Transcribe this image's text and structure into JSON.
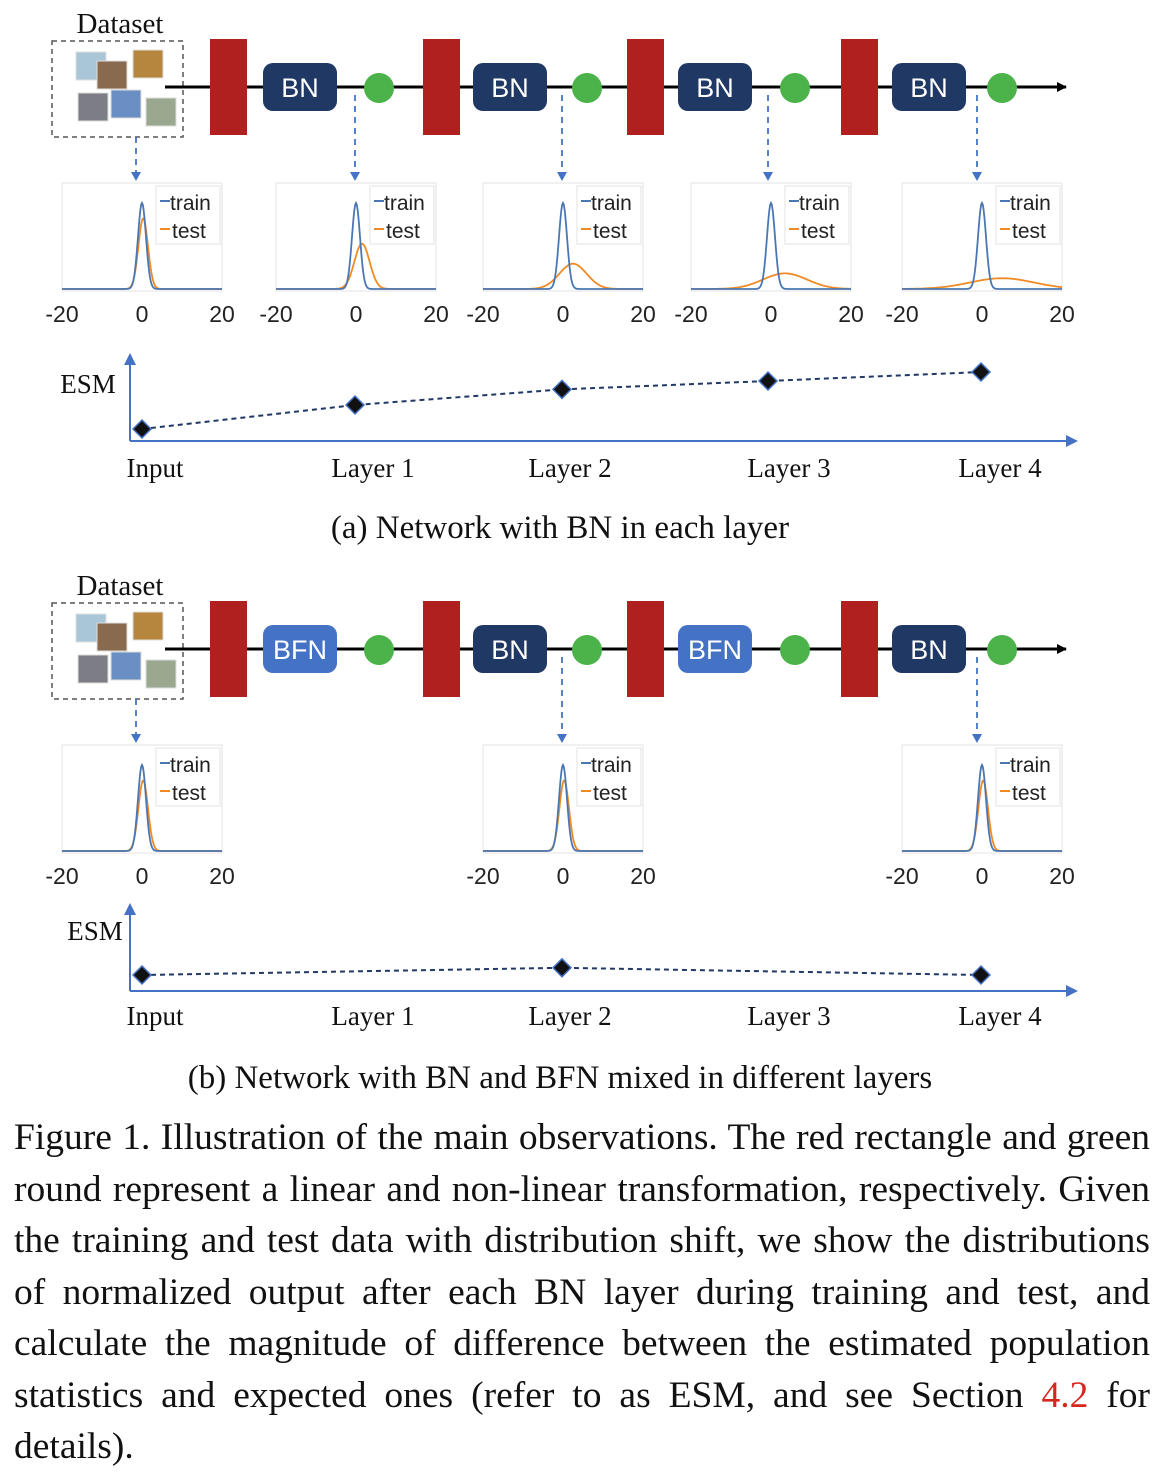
{
  "panel_a": {
    "dataset_label": "Dataset",
    "layers": [
      {
        "norm": "BN",
        "norm_type": "BN"
      },
      {
        "norm": "BN",
        "norm_type": "BN"
      },
      {
        "norm": "BN",
        "norm_type": "BN"
      },
      {
        "norm": "BN",
        "norm_type": "BN"
      }
    ],
    "legend": {
      "train": "train",
      "test": "test"
    },
    "tick_labels": [
      "-20",
      "0",
      "20"
    ],
    "distributions": [
      {
        "at": "Input",
        "train_sd": 1.0,
        "test_sd": 1.2,
        "test_mean": 0.3
      },
      {
        "at": "Layer 1",
        "train_sd": 1.0,
        "test_sd": 1.9,
        "test_mean": 1.5
      },
      {
        "at": "Layer 2",
        "train_sd": 1.0,
        "test_sd": 3.4,
        "test_mean": 2.5
      },
      {
        "at": "Layer 3",
        "train_sd": 1.0,
        "test_sd": 5.5,
        "test_mean": 3.5
      },
      {
        "at": "Layer 4",
        "train_sd": 1.0,
        "test_sd": 8.0,
        "test_mean": 5.0
      }
    ],
    "esm": {
      "axis_label": "ESM",
      "categories": [
        "Input",
        "Layer 1",
        "Layer 2",
        "Layer 3",
        "Layer 4"
      ],
      "values": [
        0.0,
        0.4,
        0.66,
        0.8,
        0.95
      ]
    },
    "subcaption": "(a) Network with BN in each layer"
  },
  "panel_b": {
    "dataset_label": "Dataset",
    "layers": [
      {
        "norm": "BFN",
        "norm_type": "BFN"
      },
      {
        "norm": "BN",
        "norm_type": "BN"
      },
      {
        "norm": "BFN",
        "norm_type": "BFN"
      },
      {
        "norm": "BN",
        "norm_type": "BN"
      }
    ],
    "legend": {
      "train": "train",
      "test": "test"
    },
    "tick_labels": [
      "-20",
      "0",
      "20"
    ],
    "distributions": [
      {
        "at": "Input",
        "train_sd": 1.0,
        "test_sd": 1.2,
        "test_mean": 0.3
      },
      {
        "at": "Layer 2",
        "train_sd": 1.0,
        "test_sd": 1.2,
        "test_mean": 0.3
      },
      {
        "at": "Layer 4",
        "train_sd": 1.0,
        "test_sd": 1.2,
        "test_mean": 0.3
      }
    ],
    "esm": {
      "axis_label": "ESM",
      "categories": [
        "Input",
        "Layer 1",
        "Layer 2",
        "Layer 3",
        "Layer 4"
      ],
      "points": [
        {
          "category": "Input",
          "value": 0.0
        },
        {
          "category": "Layer 2",
          "value": 0.12
        },
        {
          "category": "Layer 4",
          "value": 0.0
        }
      ]
    },
    "subcaption": "(b) Network with BN and BFN mixed in different layers"
  },
  "colors": {
    "linear": "#b0201e",
    "nonlinear": "#4cb34a",
    "bn": "#203864",
    "bfn": "#4472c4",
    "train": "#4a77b4",
    "test": "#f08a24",
    "axis": "#4472c4",
    "arrow": "#4472c4",
    "caption_ref": "#d7261e"
  },
  "caption": {
    "prefix": "Figure 1. Illustration of the main observations. The red rectangle and green round represent a linear and non-linear transformation, respectively. Given the training and test data with distribution shift, we show the distributions of normalized output after each BN layer during training and test, and calculate the magnitude of difference between the estimated population statistics and expected ones (refer to as ESM, and see Section ",
    "ref": "4.2",
    "suffix": " for details)."
  }
}
